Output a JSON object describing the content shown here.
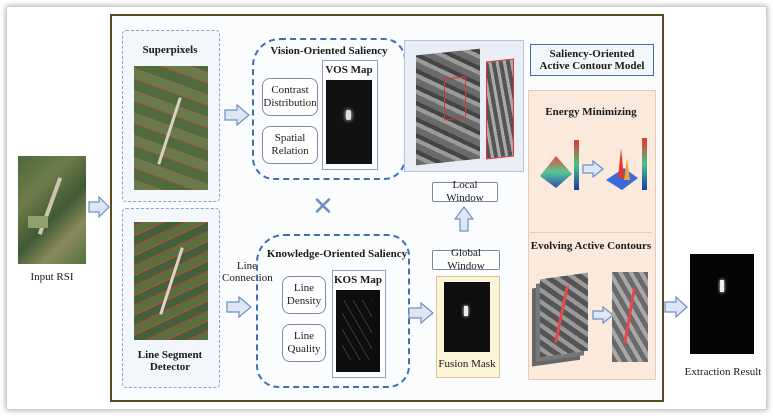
{
  "labels": {
    "input_rsi": "Input RSI",
    "superpixels": "Superpixels",
    "line_segment_detector": "Line Segment\nDetector",
    "vision_saliency": "Vision-Oriented Saliency",
    "contrast_distribution": "Contrast\nDistribution",
    "spatial_relation": "Spatial\nRelation",
    "vos_map": "VOS Map",
    "knowledge_saliency": "Knowledge-Oriented Saliency",
    "line_density": "Line\nDensity",
    "line_quality": "Line\nQuality",
    "kos_map": "KOS Map",
    "line_connection": "Line\nConnection",
    "local_window": "Local Window",
    "global_window": "Global Window",
    "fusion_mask": "Fusion Mask",
    "acm_title": "Saliency-Oriented\nActive Contour Model",
    "energy_minimizing": "Energy Minimizing",
    "evolving_contours": "Evolving Active Contours",
    "extraction_result": "Extraction Result"
  },
  "colors": {
    "outer_border": "#5a4a1e",
    "dash_blue": "#3f6fb5",
    "arrow_fill": "#dce6f4",
    "arrow_stroke": "#6d8fc0",
    "acm_panel": "#fbe9dc",
    "fusion_panel": "#fdf3d8"
  }
}
